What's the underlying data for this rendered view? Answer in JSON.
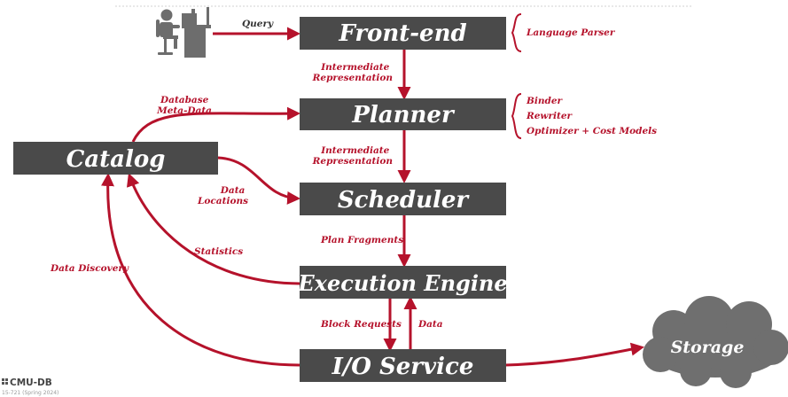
{
  "components": {
    "frontend": "Front-end",
    "planner": "Planner",
    "scheduler": "Scheduler",
    "execution_engine": "Execution Engine",
    "io_service": "I/O Service",
    "catalog": "Catalog",
    "storage": "Storage"
  },
  "edge_labels": {
    "query": "Query",
    "intermediate_rep_1": [
      "Intermediate",
      "Representation"
    ],
    "intermediate_rep_2": [
      "Intermediate",
      "Representation"
    ],
    "database_metadata": [
      "Database",
      "Meta-Data"
    ],
    "data_locations": [
      "Data",
      "Locations"
    ],
    "plan_fragments": "Plan Fragments",
    "statistics": "Statistics",
    "data_discovery": "Data Discovery",
    "block_requests": "Block Requests",
    "data": "Data"
  },
  "annotations": {
    "frontend": [
      "Language Parser"
    ],
    "planner": [
      "Binder",
      "Rewriter",
      "Optimizer + Cost Models"
    ]
  },
  "footer": {
    "logo": "CMU-DB",
    "course": "15-721 (Spring 2024)"
  },
  "colors": {
    "box": "#4a4a4a",
    "arrow": "#b5122b",
    "cloud": "#6f6f6f"
  }
}
